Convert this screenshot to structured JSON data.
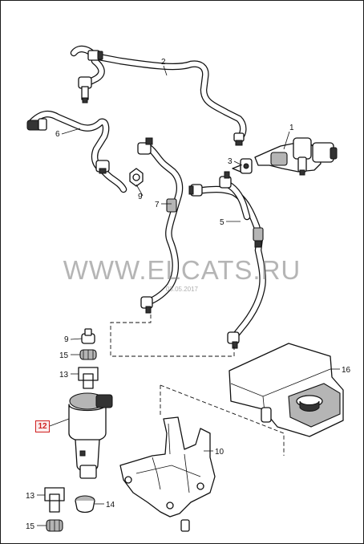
{
  "callouts": {
    "c1": "1",
    "c2": "2",
    "c3": "3",
    "c5": "5",
    "c6": "6",
    "c7": "7",
    "c9a": "9",
    "c9b": "9",
    "c10": "10",
    "c13a": "13",
    "c13b": "13",
    "c14": "14",
    "c15a": "15",
    "c15b": "15",
    "c16": "16",
    "c12": "12"
  },
  "watermark": {
    "text": "WWW.ELCATS.RU",
    "date": "03.05.2017"
  },
  "colors": {
    "highlight": "#d02020",
    "watermark": "#787878"
  }
}
